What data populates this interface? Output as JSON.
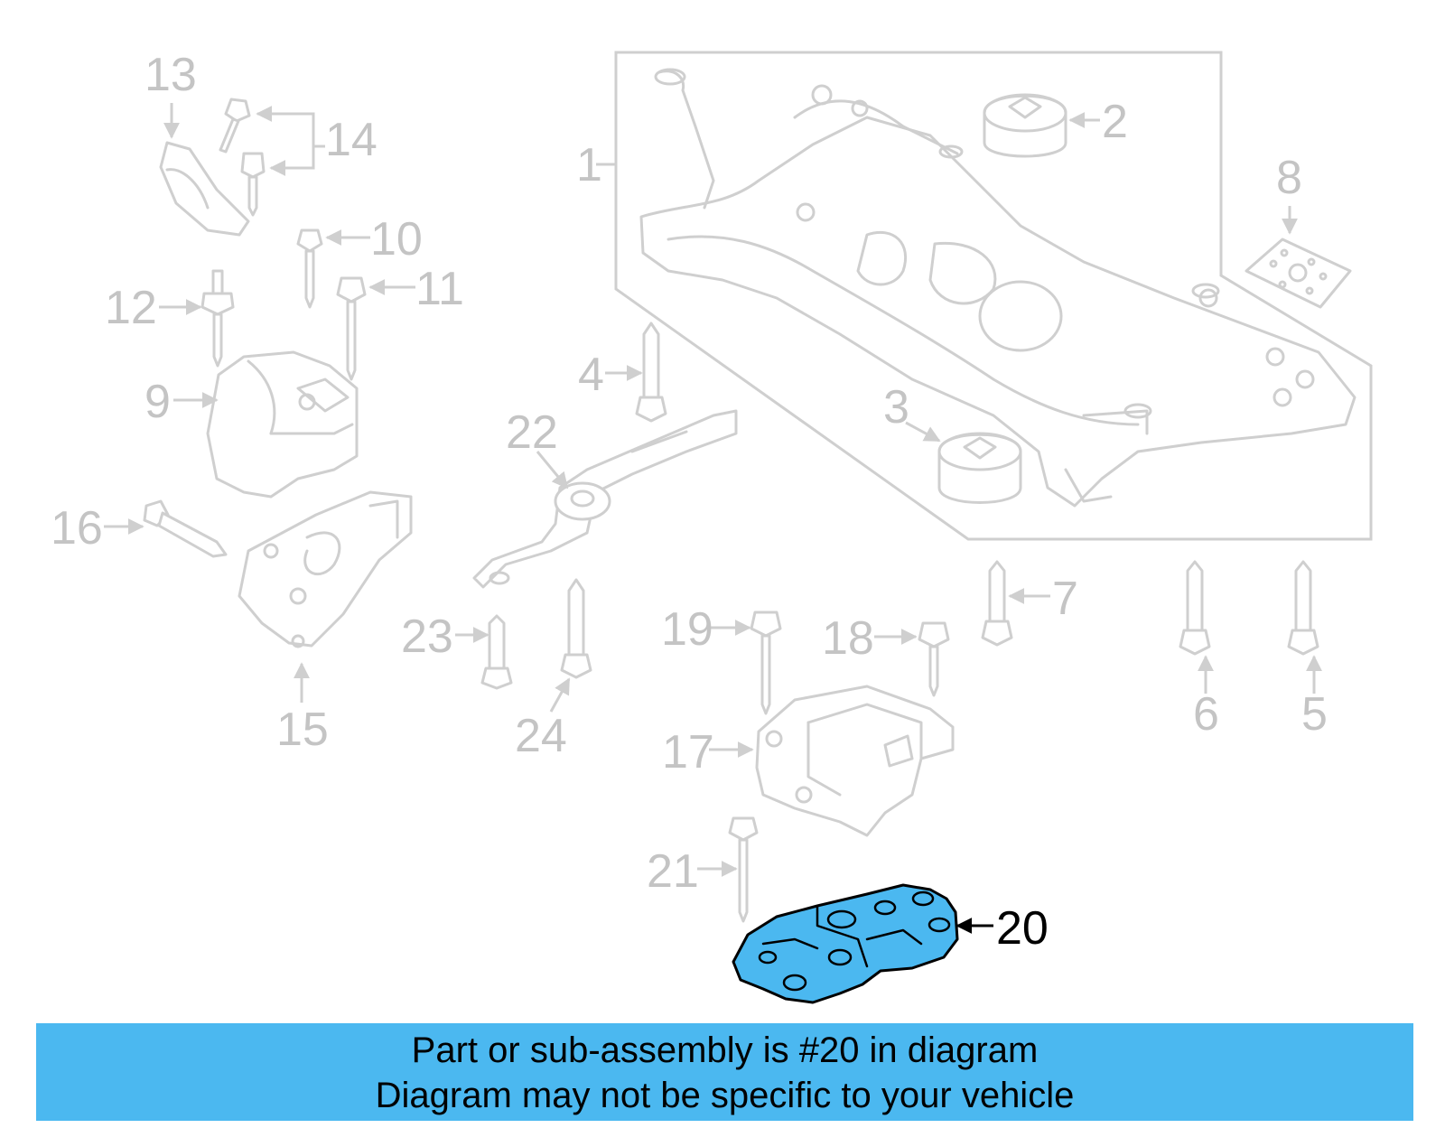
{
  "diagram": {
    "callouts": [
      {
        "id": "1",
        "highlighted": false
      },
      {
        "id": "2",
        "highlighted": false
      },
      {
        "id": "3",
        "highlighted": false
      },
      {
        "id": "4",
        "highlighted": false
      },
      {
        "id": "5",
        "highlighted": false
      },
      {
        "id": "6",
        "highlighted": false
      },
      {
        "id": "7",
        "highlighted": false
      },
      {
        "id": "8",
        "highlighted": false
      },
      {
        "id": "9",
        "highlighted": false
      },
      {
        "id": "10",
        "highlighted": false
      },
      {
        "id": "11",
        "highlighted": false
      },
      {
        "id": "12",
        "highlighted": false
      },
      {
        "id": "13",
        "highlighted": false
      },
      {
        "id": "14",
        "highlighted": false
      },
      {
        "id": "15",
        "highlighted": false
      },
      {
        "id": "16",
        "highlighted": false
      },
      {
        "id": "17",
        "highlighted": false
      },
      {
        "id": "18",
        "highlighted": false
      },
      {
        "id": "19",
        "highlighted": false
      },
      {
        "id": "20",
        "highlighted": true
      },
      {
        "id": "21",
        "highlighted": false
      },
      {
        "id": "22",
        "highlighted": false
      },
      {
        "id": "23",
        "highlighted": false
      },
      {
        "id": "24",
        "highlighted": false
      }
    ],
    "colors": {
      "highlight_fill": "#4bb8f0",
      "faded_line": "#cfcfcf",
      "faded_text": "#c4c4c4",
      "banner": "#4bb8f0"
    }
  },
  "banner": {
    "line1": "Part or sub-assembly is #20 in diagram",
    "line2": "Diagram may not be specific to your vehicle"
  }
}
